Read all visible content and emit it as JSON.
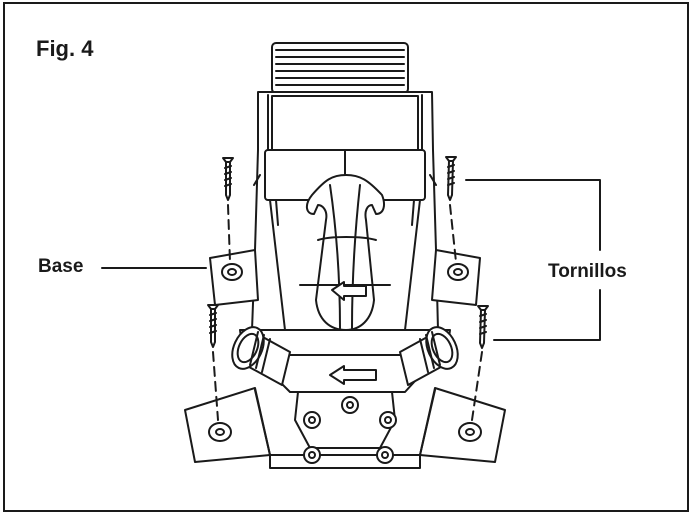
{
  "figure": {
    "label": "Fig. 4"
  },
  "callouts": {
    "base": "Base",
    "screws": "Tornillos"
  },
  "colors": {
    "line": "#1a1a1a",
    "background": "#ffffff"
  }
}
